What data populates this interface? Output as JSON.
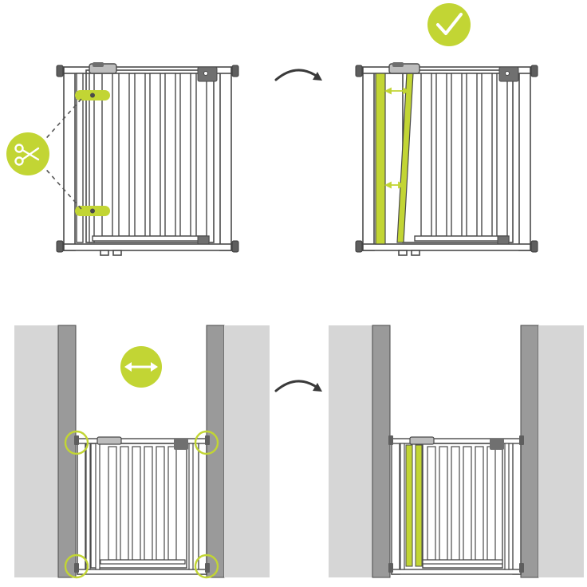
{
  "colors": {
    "accent": "#c2d534",
    "accent_dark": "#9fb21c",
    "line": "#4a4a4a",
    "gate_fill": "#ffffff",
    "wall_light": "#d6d6d6",
    "wall_dark": "#9a9a9a",
    "clip": "#707070",
    "dashed": "#555555"
  },
  "steps": [
    {
      "id": "step-1",
      "icons": [
        "scissors-icon"
      ],
      "description_icons": [
        "cut-clip-icon",
        "cut-clip-icon"
      ]
    },
    {
      "id": "step-2",
      "icons": [
        "checkmark-icon",
        "double-arrow-icon",
        "double-arrow-icon"
      ]
    },
    {
      "id": "step-3",
      "icons": [
        "horizontal-double-arrow-icon",
        "highlight-circle-icon"
      ]
    },
    {
      "id": "step-4",
      "icons": []
    }
  ],
  "transitions": [
    "curved-arrow-icon",
    "curved-arrow-icon"
  ]
}
